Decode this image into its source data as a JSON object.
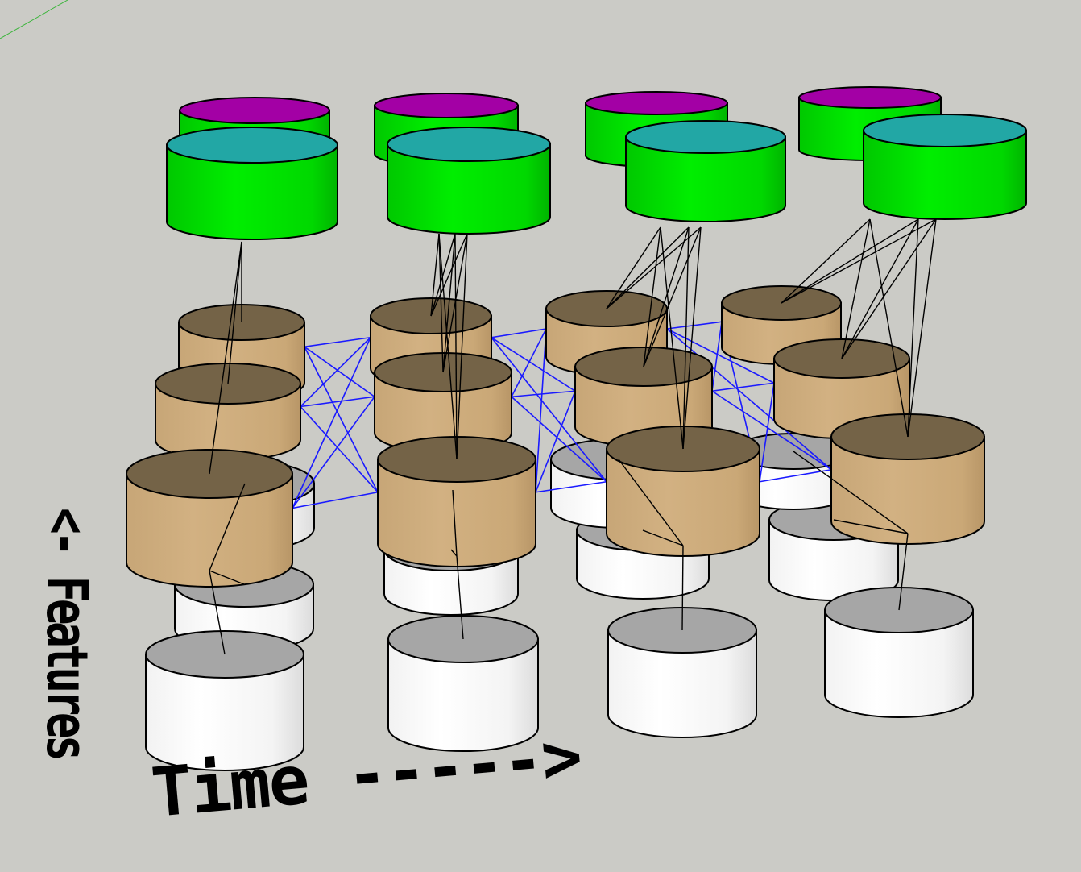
{
  "axis_labels": {
    "time": "Time ----->",
    "features": "<- Features"
  },
  "colors": {
    "background": "#cbcbc6",
    "input_node": "#ffffff",
    "input_top": "#a6a6a6",
    "hidden_node": "#d2b182",
    "hidden_top": "#746347",
    "output_body": "#00ee00",
    "output_top_a": "#22a7a5",
    "output_top_b": "#a300a5",
    "recurrent_edge": "#1a1aff",
    "feedforward_edge": "#000000"
  },
  "diagram": {
    "time_steps": 4,
    "features_per_step": 3,
    "outputs_per_step": 2
  }
}
